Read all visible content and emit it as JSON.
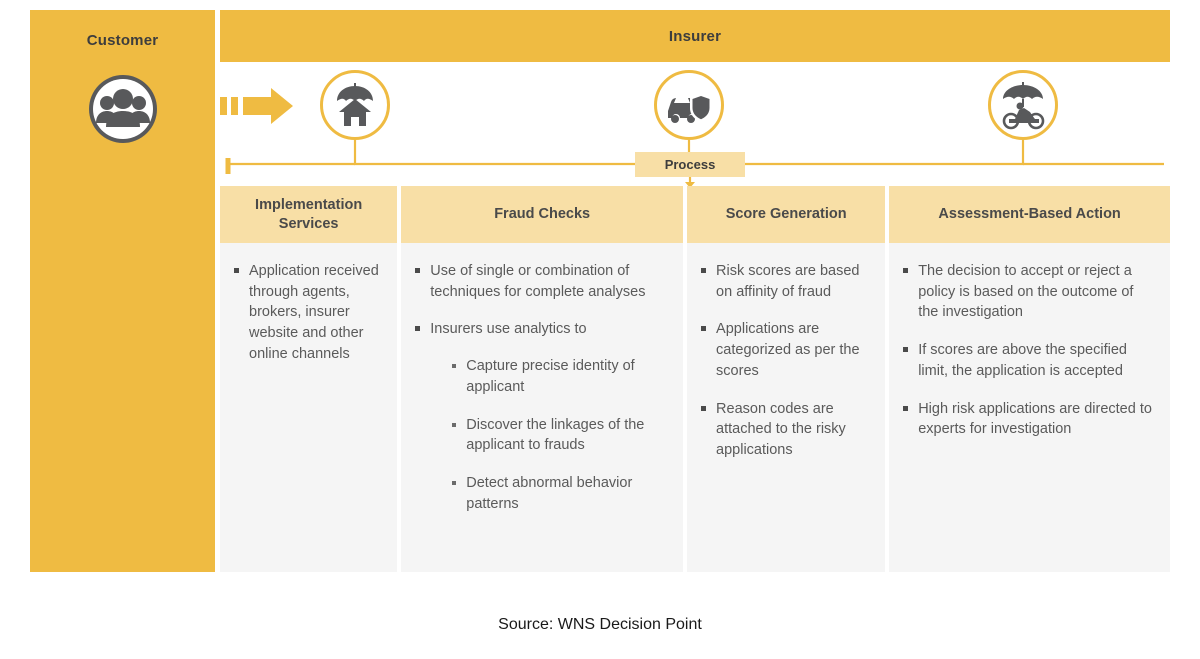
{
  "colors": {
    "brand_yellow": "#EFBB42",
    "light_yellow": "#F8DFA6",
    "column_bg": "#F5F5F5",
    "text_dark": "#3d3d3d",
    "text_body": "#5a5a5a",
    "icon_gray": "#58595B"
  },
  "customer": {
    "title": "Customer",
    "icon": "group-of-people-icon"
  },
  "insurer": {
    "title": "Insurer"
  },
  "flow": {
    "arrow_icon": "right-arrow-icon",
    "process_label": "Process",
    "nodes": [
      {
        "icon": "house-with-umbrella-icon"
      },
      {
        "icon": "car-with-shield-icon"
      },
      {
        "icon": "motorcycle-with-umbrella-icon"
      }
    ]
  },
  "columns": [
    {
      "header": "Implementation Services",
      "bullets": [
        {
          "text": "Application received through agents, brokers, insurer website and other online channels",
          "sub": []
        }
      ]
    },
    {
      "header": "Fraud Checks",
      "bullets": [
        {
          "text": "Use of single or combination of techniques for complete analyses",
          "sub": []
        },
        {
          "text": "Insurers use analytics to",
          "sub": [
            "Capture precise identity of applicant",
            "Discover the linkages of the applicant to frauds",
            "Detect abnormal behavior patterns"
          ]
        }
      ]
    },
    {
      "header": "Score Generation",
      "bullets": [
        {
          "text": "Risk scores are based on affinity of fraud",
          "sub": []
        },
        {
          "text": "Applications are categorized as per the scores",
          "sub": []
        },
        {
          "text": "Reason codes are attached to the risky applications",
          "sub": []
        }
      ]
    },
    {
      "header": "Assessment-Based Action",
      "bullets": [
        {
          "text": "The decision to accept or reject a policy is based on the outcome of the investigation",
          "sub": []
        },
        {
          "text": "If scores are above the specified limit, the application is accepted",
          "sub": []
        },
        {
          "text": "High risk applications are directed to experts for investigation",
          "sub": []
        }
      ]
    }
  ],
  "source": {
    "caption": "Source: WNS Decision Point"
  }
}
